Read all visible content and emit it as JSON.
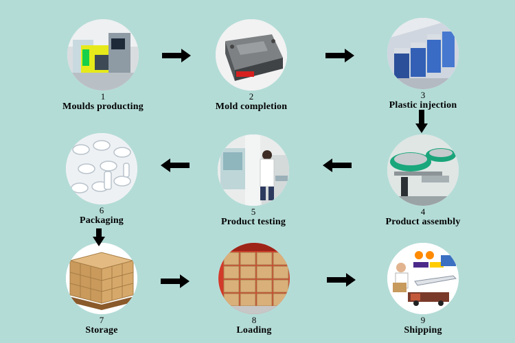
{
  "steps": [
    {
      "num": "1",
      "label": "Moulds producting"
    },
    {
      "num": "2",
      "label": "Mold completion"
    },
    {
      "num": "3",
      "label": "Plastic injection"
    },
    {
      "num": "4",
      "label": "Product assembly"
    },
    {
      "num": "5",
      "label": "Product testing"
    },
    {
      "num": "6",
      "label": "Packaging"
    },
    {
      "num": "7",
      "label": "Storage"
    },
    {
      "num": "8",
      "label": "Loading"
    },
    {
      "num": "9",
      "label": "Shipping"
    }
  ],
  "icons": [
    "machine-photo",
    "mold-photo",
    "injection-line-photo",
    "assembly-photo",
    "lab-photo",
    "parts-photo",
    "boxes-photo",
    "container-photo",
    "logistics-photo"
  ],
  "colors": {
    "background": "#b4dcd7",
    "arrow": "#000000",
    "text": "#000000"
  }
}
